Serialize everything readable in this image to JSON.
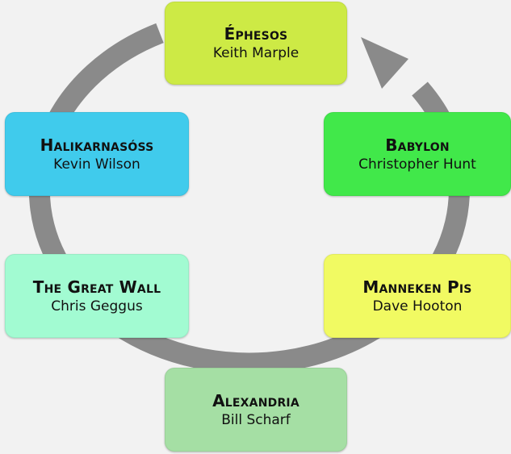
{
  "diagram": {
    "type": "cycle",
    "ring_color": "#8a8a8a",
    "nodes": [
      {
        "id": "ephesos",
        "title": "Éphesos",
        "person": "Keith Marple",
        "color": "#cdea45"
      },
      {
        "id": "babylon",
        "title": "Babylon",
        "person": "Christopher Hunt",
        "color": "#41e84a"
      },
      {
        "id": "manneken",
        "title": "Manneken Pis",
        "person": "Dave Hooton",
        "color": "#f1fa62"
      },
      {
        "id": "alexandria",
        "title": "Alexandria",
        "person": "Bill Scharf",
        "color": "#a5dfa4"
      },
      {
        "id": "greatwall",
        "title": "The Great Wall",
        "person": "Chris Geggus",
        "color": "#a2fbd2"
      },
      {
        "id": "halikarnass",
        "title": "Halikarnasóss",
        "person": "Kevin Wilson",
        "color": "#40cbec"
      }
    ]
  }
}
